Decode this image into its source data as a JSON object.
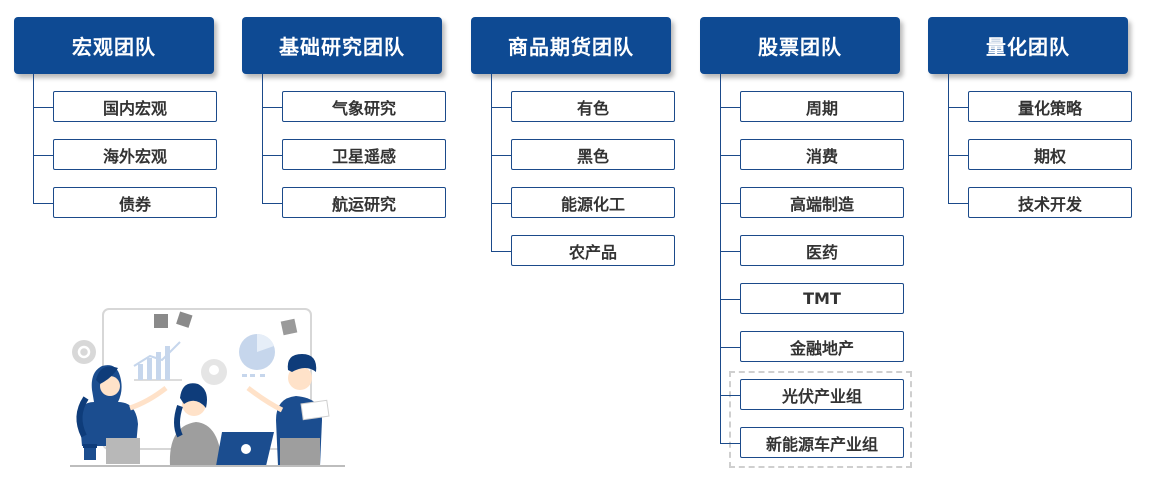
{
  "teams": [
    {
      "name": "宏观团队",
      "subs": [
        "国内宏观",
        "海外宏观",
        "债券"
      ]
    },
    {
      "name": "基础研究团队",
      "subs": [
        "气象研究",
        "卫星遥感",
        "航运研究"
      ]
    },
    {
      "name": "商品期货团队",
      "subs": [
        "有色",
        "黑色",
        "能源化工",
        "农产品"
      ]
    },
    {
      "name": "股票团队",
      "subs": [
        "周期",
        "消费",
        "高端制造",
        "医药",
        "TMT",
        "金融地产",
        "光伏产业组",
        "新能源车产业组"
      ]
    },
    {
      "name": "量化团队",
      "subs": [
        "量化策略",
        "期权",
        "技术开发"
      ]
    }
  ],
  "colors": {
    "team_fill": "#0e4a93",
    "border": "#1b4a8a",
    "dashed": "#cfcfcf"
  },
  "illustration": "team-collaboration-illustration"
}
